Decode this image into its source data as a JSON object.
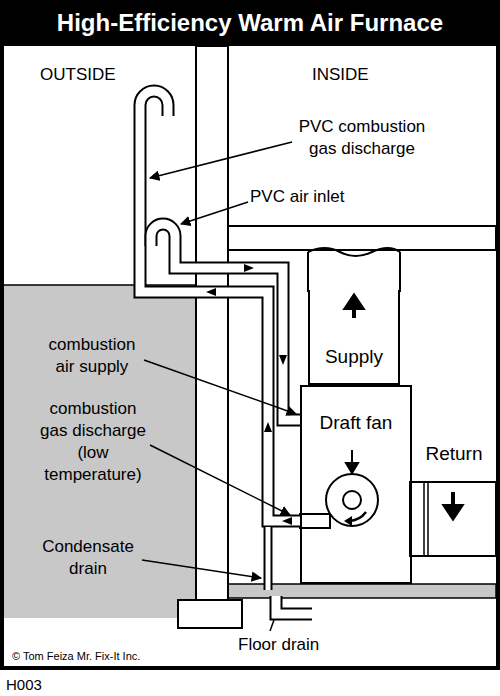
{
  "diagram": {
    "title": "High-Efficiency Warm Air Furnace",
    "nodes": [
      {
        "text": [
          "Supply"
        ]
      },
      {
        "text": [
          "Draft fan"
        ]
      },
      {
        "text": [
          "Return"
        ]
      }
    ],
    "labels": [
      "OUTSIDE",
      "INSIDE",
      "PVC combustion gas discharge",
      "PVC air inlet",
      "combustion air supply",
      "combustion gas discharge (low temperature)",
      "Condensate drain",
      "Floor drain",
      "© Tom Feiza Mr. Fix-It Inc.",
      "H003"
    ]
  }
}
